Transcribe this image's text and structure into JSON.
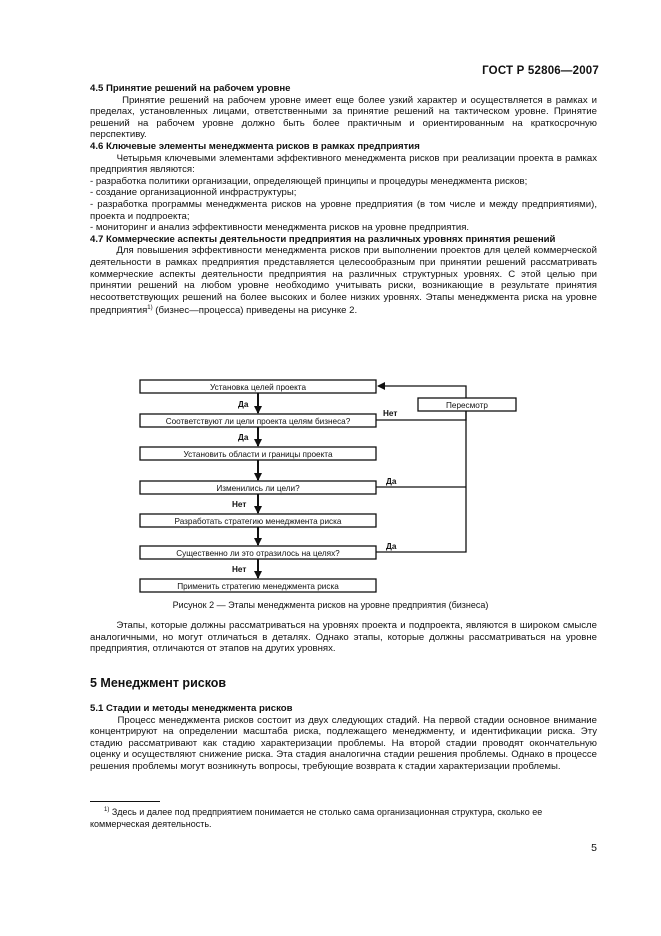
{
  "header": {
    "standard": "ГОСТ Р 52806—2007"
  },
  "s45": {
    "heading": "4.5 Принятие решений на рабочем уровне",
    "para": "        Принятие решений на рабочем уровне имеет еще более узкий характер и осуществляется в рамках и пределах, установленных лицами, ответственными за принятие решений на тактическом уровне. Принятие решений на рабочем уровне должно быть более практичным и ориентированным на краткосрочную перспективу."
  },
  "s46": {
    "heading": "4.6 Ключевые элементы менеджмента рисков в рамках предприятия",
    "intro": "        Четырьмя ключевыми элементами эффективного менеджмента рисков при реализации проекта в рамках предприятия являются:",
    "items": [
      "- разработка политики организации, определяющей принципы и процедуры менеджмента рисков;",
      "- создание организационной инфраструктуры;",
      "- разработка программы менеджмента рисков на уровне предприятия (в том числе и между предприятиями), проекта и подпроекта;",
      "- мониторинг и анализ эффективности менеджмента рисков на уровне предприятия."
    ]
  },
  "s47": {
    "heading": "4.7 Коммерческие аспекты деятельности предприятия на различных уровнях принятия решений",
    "para": "        Для повышения эффективности менеджмента рисков при выполнении проектов для целей коммерческой деятельности в рамках предприятия представляется целесообразным при принятии решений рассматривать коммерческие аспекты деятельности предприятия на различных структурных уровнях. С этой целью при принятии решений на любом уровне необходимо учитывать риски, возникающие в результате принятия несоответствующих решений на более высоких и более низких уровнях. Этапы менеджмента риска на уровне предприятия",
    "sup": "1)",
    "para_end": " (бизнес—процесса) приведены на рисунке 2."
  },
  "flow": {
    "boxes": [
      "Установка целей проекта",
      "Соответствуют ли цели проекта целям бизнеса?",
      "Установить области и границы проекта",
      "Изменились ли цели?",
      "Разработать стратегию менеджмента риска",
      "Существенно ли это отразилось на целях?",
      "Применить стратегию менеджмента риска"
    ],
    "review": "Пересмотр",
    "yes": "Да",
    "no": "Нет"
  },
  "caption": "Рисунок 2 — Этапы менеджмента рисков на уровне предприятия (бизнеса)",
  "after_fig": "        Этапы, которые должны рассматриваться на уровнях проекта и подпроекта, являются в широком смысле аналогичными, но могут отличаться в деталях. Однако этапы, которые должны рассматриваться на уровне предприятия, отличаются от этапов на других уровнях.",
  "s5": {
    "heading": "5 Менеджмент рисков"
  },
  "s51": {
    "heading": "5.1 Стадии и методы менеджмента рисков",
    "para": "        Процесс менеджмента рисков состоит из двух следующих стадий. На первой стадии основное внимание концентрируют на определении масштаба риска, подлежащего менеджменту, и идентификации риска. Эту стадию рассматривают как стадию характеризации проблемы. На второй стадии проводят окончательную оценку и осуществляют снижение риска. Эта стадия аналогична стадии решения проблемы. Однако в процессе решения проблемы могут возникнуть вопросы, требующие возврата к стадии характеризации проблемы."
  },
  "footnote": {
    "mark": "1)",
    "text": " Здесь и далее под предприятием понимается не столько сама организационная структура, сколько ее коммерческая деятельность."
  },
  "page_number": "5"
}
